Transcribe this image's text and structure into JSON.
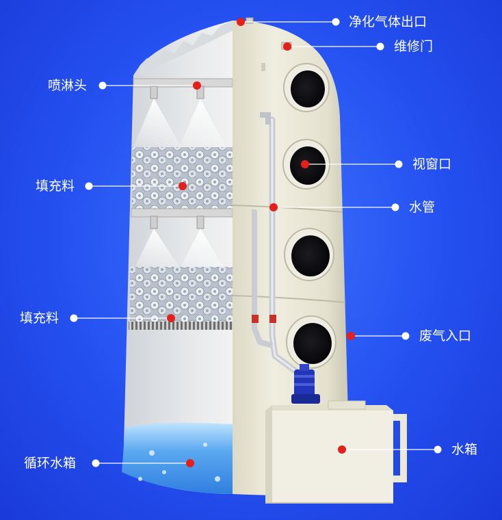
{
  "labels": {
    "gas_outlet": "净化气体出口",
    "maintenance_door": "维修门",
    "sprayer": "喷淋头",
    "view_port": "视窗口",
    "packing_upper": "填充料",
    "water_pipe": "水管",
    "packing_lower": "填充料",
    "gas_inlet": "废气入口",
    "circulation_tank": "循环水箱",
    "water_tank": "水箱"
  },
  "colors": {
    "background": "#2450f0",
    "tower_body": "#e8e5d4",
    "marker": "#e3201b",
    "leader_line": "#ffffff",
    "label_text": "#ffffff"
  }
}
